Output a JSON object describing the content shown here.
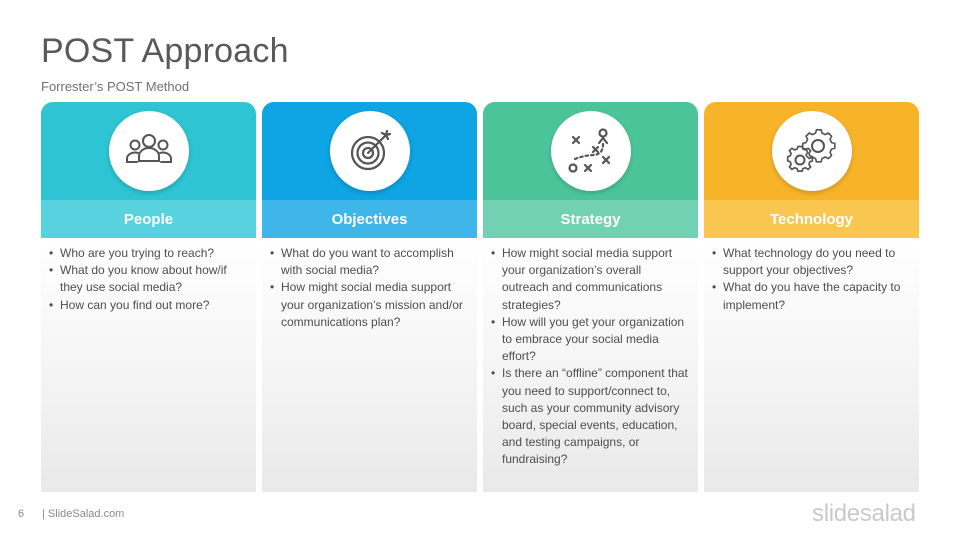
{
  "slide": {
    "title": "POST Approach",
    "subtitle": "Forrester’s POST Method",
    "page_number": "6",
    "site": "| SlideSalad.com",
    "brand": "slidesalad"
  },
  "columns": [
    {
      "label": "People",
      "icon": "people-group-icon",
      "color": "#2ec4d3",
      "bullets": [
        "Who are you trying to reach?",
        "What do you know about how/if they use social media?",
        "How can you find out more?"
      ]
    },
    {
      "label": "Objectives",
      "icon": "target-icon",
      "color": "#0fa4e3",
      "bullets": [
        "What do you want to accomplish with social media?",
        "How might social media support your organization’s mission and/or communications plan?"
      ]
    },
    {
      "label": "Strategy",
      "icon": "strategy-play-icon",
      "color": "#4cc49a",
      "bullets": [
        "How might social media support your organization’s overall outreach and communications strategies?",
        "How will you get your organization to embrace your social media effort?",
        "Is there an “offline” component that you need to support/connect to, such as your community advisory board, special events, education, and testing campaigns, or fundraising?"
      ]
    },
    {
      "label": "Technology",
      "icon": "gears-icon",
      "color": "#f7b429",
      "bullets": [
        "What technology do you need to support your objectives?",
        "What do you have the capacity to implement?"
      ]
    }
  ]
}
